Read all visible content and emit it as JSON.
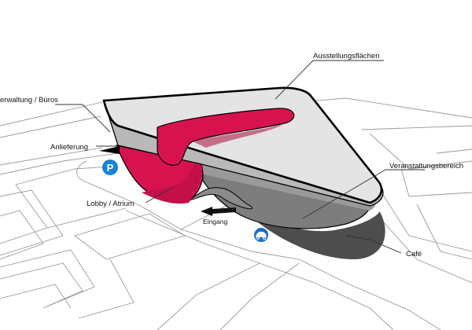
{
  "labels": {
    "ausstellung": "Ausstellungsflächen",
    "verwaltung": "erwaltung / Büros",
    "anlieferung": "Anlieferung",
    "veranstaltung": "Veranstaltungsbereich",
    "lobby": "Lobby / Atrium",
    "eingang": "Eingang",
    "cafe": "Café"
  },
  "icons": {
    "parking": {
      "glyph": "P",
      "color": "#1a82d6"
    },
    "car": {
      "color": "#1a6fd0"
    }
  },
  "colors": {
    "accent": "#d7134f",
    "roof": "#e4e4e4",
    "dark_face": "#7a7a7a",
    "shadow": "#5a5a5a"
  }
}
